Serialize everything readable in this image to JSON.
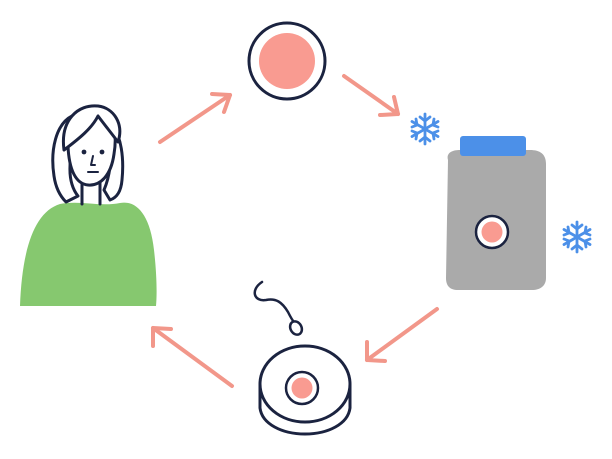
{
  "diagram": {
    "nodes": [
      {
        "id": "woman",
        "icon": "woman-icon"
      },
      {
        "id": "egg-cell",
        "icon": "egg-cell-icon"
      },
      {
        "id": "frozen-storage",
        "icon": "freezer-tank-icon",
        "decorations": [
          "snowflake-icon",
          "snowflake-icon"
        ]
      },
      {
        "id": "fertilization-dish",
        "icon": "petri-dish-with-sperm-icon"
      }
    ],
    "flow": [
      {
        "from": "woman",
        "to": "egg-cell"
      },
      {
        "from": "egg-cell",
        "to": "frozen-storage"
      },
      {
        "from": "frozen-storage",
        "to": "fertilization-dish"
      },
      {
        "from": "fertilization-dish",
        "to": "woman"
      }
    ]
  },
  "colors": {
    "outline": "#1b2340",
    "arrow": "#f2978a",
    "egg": "#f99b91",
    "sweater": "#86c86f",
    "tank_body": "#aaaaaa",
    "tank_lid": "#4c90e8",
    "snowflake": "#4c90e8",
    "skin": "#ffffff"
  }
}
